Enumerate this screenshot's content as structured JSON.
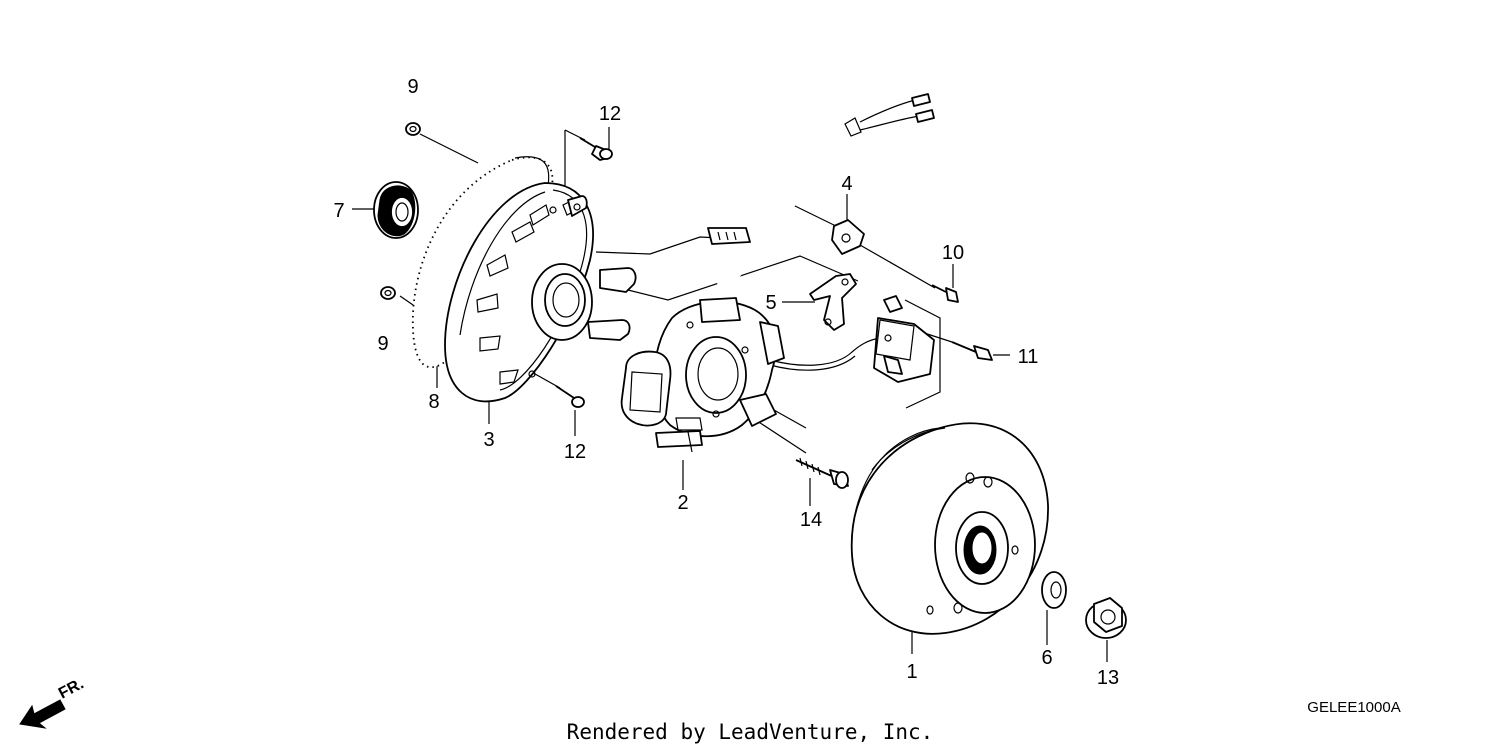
{
  "diagram": {
    "parts": [
      {
        "id": "flywheel",
        "label": "1"
      },
      {
        "id": "stator",
        "label": "2"
      },
      {
        "id": "cover",
        "label": "3"
      },
      {
        "id": "clamp-4",
        "label": "4"
      },
      {
        "id": "clamp-5",
        "label": "5"
      },
      {
        "id": "washer-6",
        "label": "6"
      },
      {
        "id": "oil-seal",
        "label": "7"
      },
      {
        "id": "gasket",
        "label": "8"
      },
      {
        "id": "dowel-top",
        "label": "9"
      },
      {
        "id": "dowel-bottom",
        "label": "9"
      },
      {
        "id": "bolt-10",
        "label": "10"
      },
      {
        "id": "bolt-11",
        "label": "11"
      },
      {
        "id": "bolt-12-top",
        "label": "12"
      },
      {
        "id": "bolt-12-bottom",
        "label": "12"
      },
      {
        "id": "nut-13",
        "label": "13"
      },
      {
        "id": "bolt-14",
        "label": "14"
      }
    ],
    "code": "GELEE1000A",
    "front_indicator": "FR.",
    "footer": "Rendered by LeadVenture, Inc."
  }
}
